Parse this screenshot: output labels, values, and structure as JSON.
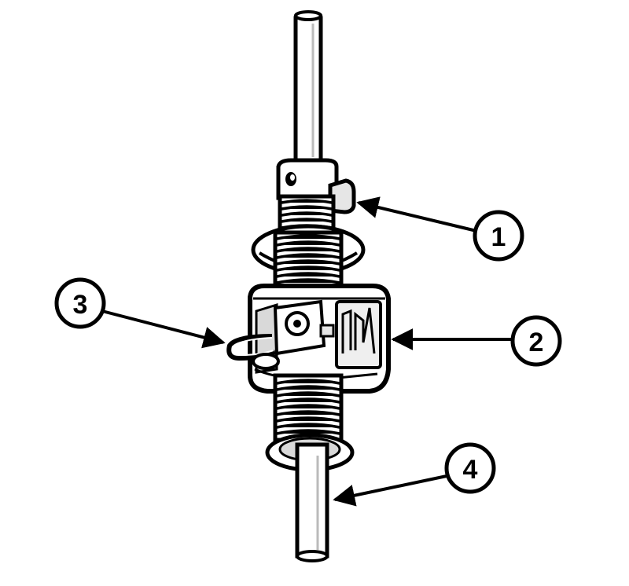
{
  "diagram": {
    "callouts": [
      {
        "id": "1",
        "label": "1"
      },
      {
        "id": "2",
        "label": "2"
      },
      {
        "id": "3",
        "label": "3"
      },
      {
        "id": "4",
        "label": "4"
      }
    ]
  },
  "colors": {
    "ink": "#000000",
    "paper": "#ffffff",
    "shade": "#d9d9d9",
    "midshade": "#bdbdbd"
  }
}
